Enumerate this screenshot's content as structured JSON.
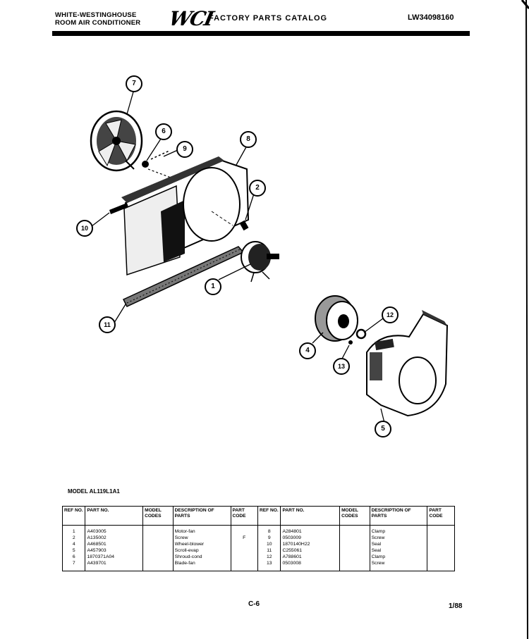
{
  "header": {
    "brand_line1": "WHITE-WESTINGHOUSE",
    "brand_line2": "ROOM AIR CONDITIONER",
    "logo_text": "WCI",
    "catalog_title": "FACTORY PARTS CATALOG",
    "doc_number": "LW34098160"
  },
  "callouts": [
    "7",
    "6",
    "9",
    "8",
    "2",
    "10",
    "1",
    "11",
    "12",
    "4",
    "13",
    "5"
  ],
  "model_label": "MODEL AL119L1A1",
  "table": {
    "headers": [
      "REF NO.",
      "PART NO.",
      "MODEL CODES",
      "DESCRIPTION OF PARTS",
      "PART CODE"
    ],
    "left_rows": [
      {
        "ref": "1",
        "part": "A403005",
        "model": "",
        "desc": "Motor-fan",
        "code": ""
      },
      {
        "ref": "2",
        "part": "A135002",
        "model": "",
        "desc": "Screw",
        "code": "F"
      },
      {
        "ref": "4",
        "part": "A468501",
        "model": "",
        "desc": "Wheel-blower",
        "code": ""
      },
      {
        "ref": "5",
        "part": "A457903",
        "model": "",
        "desc": "Scroll-evap",
        "code": ""
      },
      {
        "ref": "6",
        "part": "1870371A04",
        "model": "",
        "desc": "Shroud-cond",
        "code": ""
      },
      {
        "ref": "7",
        "part": "A439701",
        "model": "",
        "desc": "Blade-fan",
        "code": ""
      }
    ],
    "right_rows": [
      {
        "ref": "8",
        "part": "A284801",
        "model": "",
        "desc": "Clamp",
        "code": ""
      },
      {
        "ref": "9",
        "part": "0503009",
        "model": "",
        "desc": "Screw",
        "code": ""
      },
      {
        "ref": "10",
        "part": "1870140H22",
        "model": "",
        "desc": "Seal",
        "code": ""
      },
      {
        "ref": "11",
        "part": "C255061",
        "model": "",
        "desc": "Seal",
        "code": ""
      },
      {
        "ref": "12",
        "part": "A788601",
        "model": "",
        "desc": "Clamp",
        "code": ""
      },
      {
        "ref": "13",
        "part": "0503008",
        "model": "",
        "desc": "Screw",
        "code": ""
      }
    ]
  },
  "footer": {
    "page": "C-6",
    "date": "1/88"
  }
}
